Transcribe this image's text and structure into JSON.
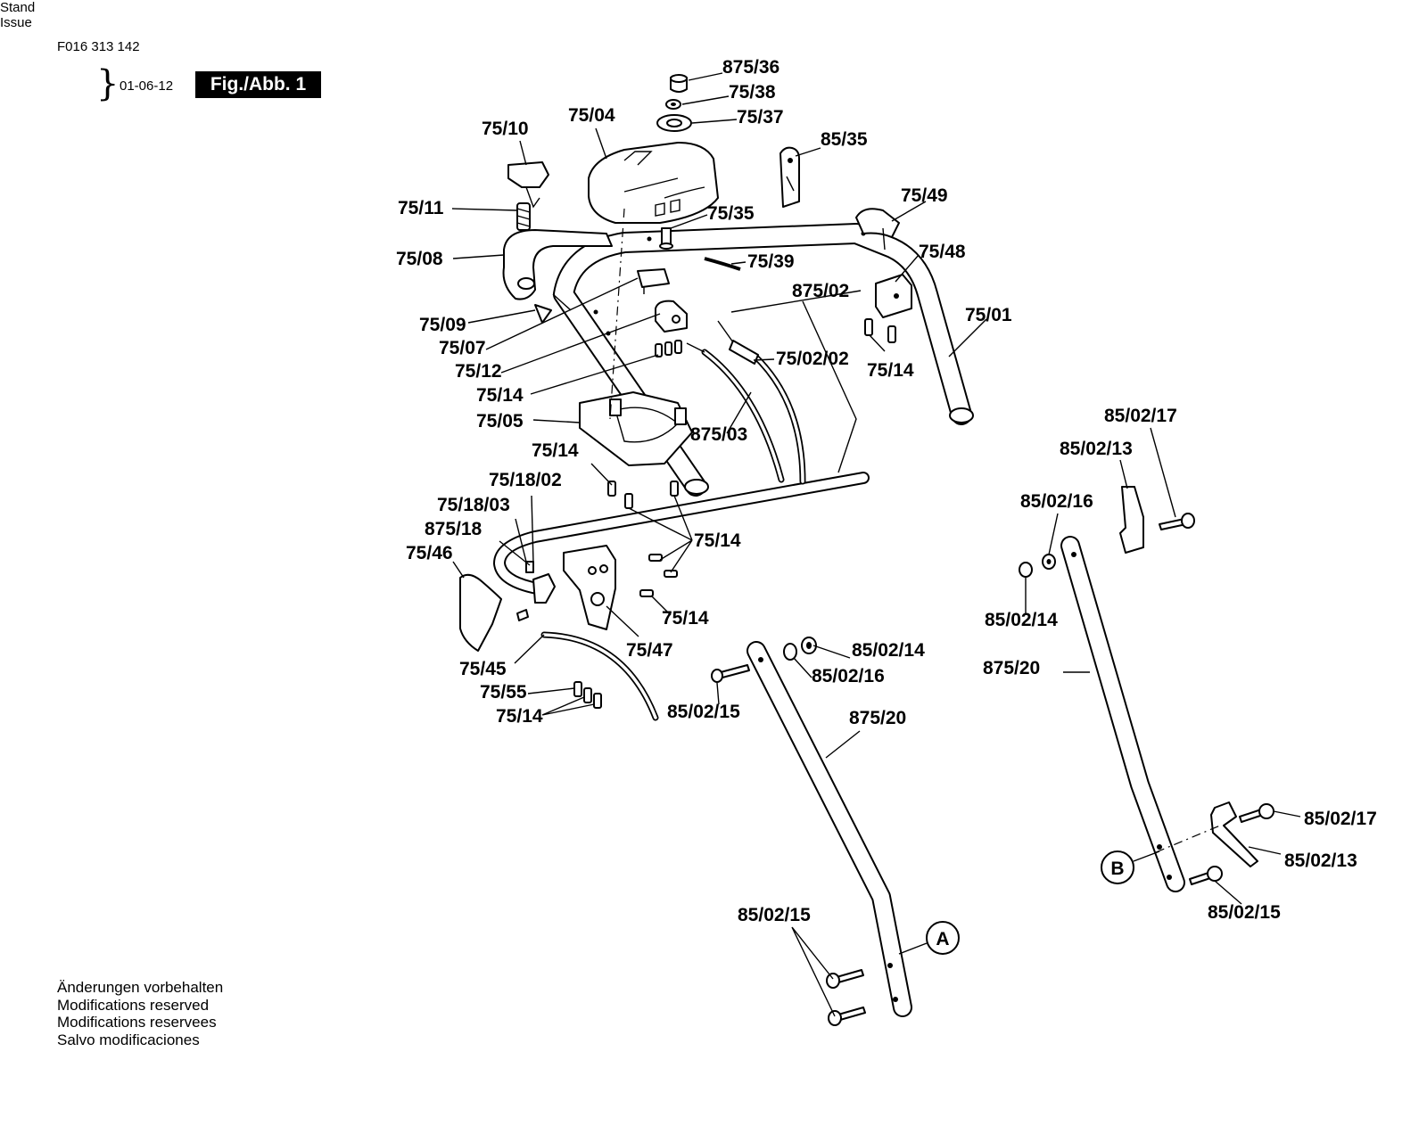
{
  "header": {
    "doc_number": "F016 313 142",
    "stand_label": "Stand",
    "issue_label": "Issue",
    "date": "01-06-12",
    "figure_label": "Fig./Abb. 1"
  },
  "notes": [
    "Änderungen vorbehalten",
    "Modifications reserved",
    "Modifications reservees",
    "Salvo modificaciones"
  ],
  "callouts": {
    "a": "A",
    "b": "B"
  },
  "labels": [
    "875/36",
    "75/38",
    "75/37",
    "85/35",
    "75/04",
    "75/10",
    "75/11",
    "75/35",
    "75/49",
    "75/08",
    "75/39",
    "75/48",
    "875/02",
    "75/01",
    "75/09",
    "75/07",
    "75/02/02",
    "75/12",
    "75/14",
    "75/14",
    "75/05",
    "875/03",
    "75/14",
    "75/18/02",
    "75/18/03",
    "875/18",
    "75/14",
    "75/46",
    "75/14",
    "75/47",
    "75/45",
    "75/55",
    "75/14",
    "85/02/14",
    "85/02/16",
    "85/02/15",
    "875/20",
    "85/02/15",
    "85/02/17",
    "85/02/13",
    "85/02/16",
    "85/02/14",
    "875/20",
    "85/02/17",
    "85/02/13",
    "85/02/15"
  ]
}
